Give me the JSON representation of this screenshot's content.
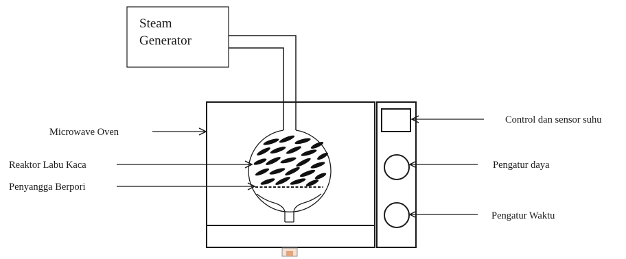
{
  "steam_generator": {
    "line1": "Steam",
    "line2": "Generator"
  },
  "labels": {
    "microwave_oven": "Microwave Oven",
    "reaktor": "Reaktor Labu Kaca",
    "penyangga": "Penyangga Berpori",
    "control": "Control dan sensor suhu",
    "pengatur_daya": "Pengatur daya",
    "pengatur_waktu": "Pengatur Waktu"
  },
  "colors": {
    "line": "#1a1a1a",
    "background": "#ffffff"
  }
}
